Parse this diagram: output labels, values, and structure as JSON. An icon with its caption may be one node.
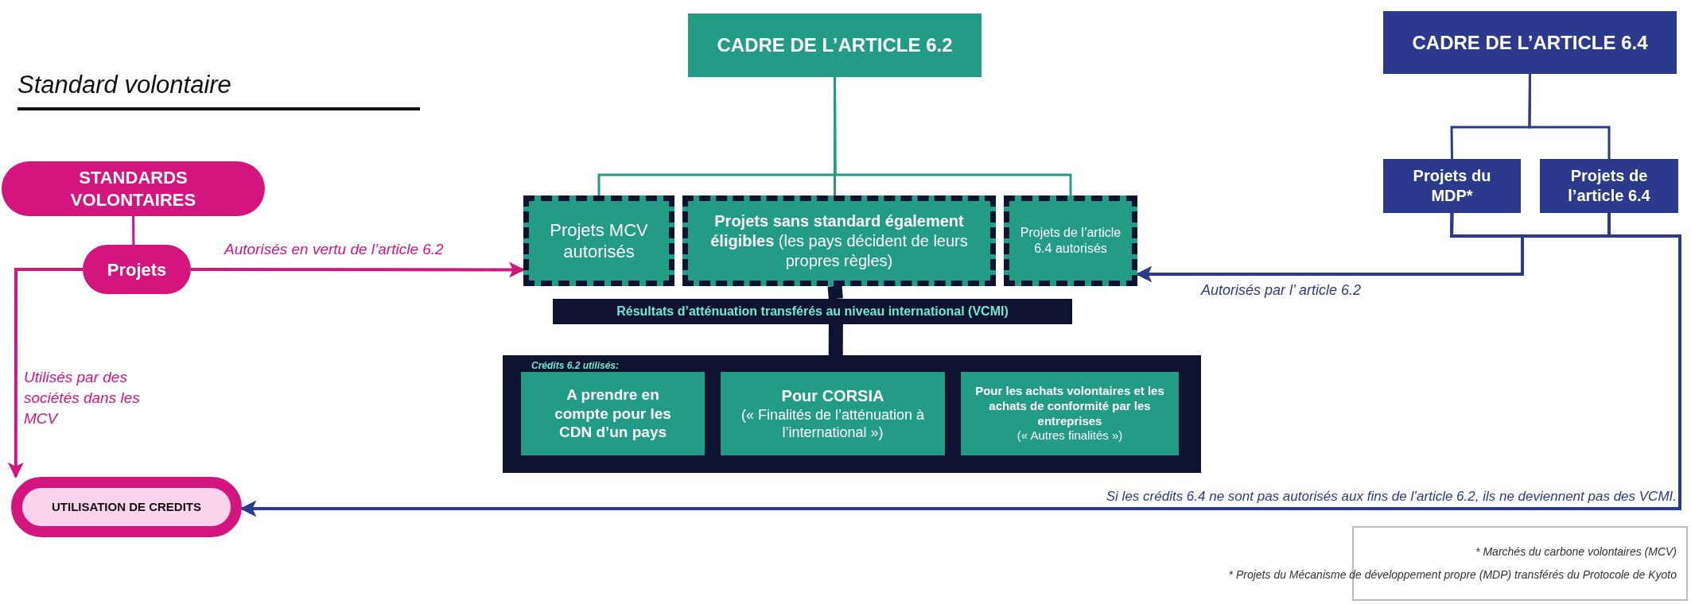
{
  "diagram": {
    "nodes": [
      {
        "text": [
          "STANDARDS VOLONTAIRES"
        ]
      },
      {
        "text": [
          "Projets"
        ]
      },
      {
        "text": [
          "UTILISATION DE CREDITS"
        ]
      },
      {
        "text": [
          "CADRE DE L’ARTICLE 6.2"
        ]
      },
      {
        "text": [
          "Projets MCV autorisés"
        ]
      },
      {
        "text": [
          "**Projets sans standard également éligibles** (les pays décident de leurs propres règles)"
        ]
      },
      {
        "text": [
          "Projets de l’article 6.4 autorisés"
        ]
      },
      {
        "text": [
          "Résultats d’atténuation transférés au niveau international (VCMI)"
        ]
      },
      {
        "text": [
          "Crédits 6.2 utilisés:"
        ]
      },
      {
        "text": [
          "A prendre en compte pour les CDN d’un pays"
        ],
        "in": 8
      },
      {
        "text": [
          "Pour CORSIA",
          "(« Finalités de l’atténuation à l’international »)"
        ],
        "in": 8
      },
      {
        "text": [
          "Pour les achats volontaires et les achats de conformité par les entreprises",
          "(« Autres finalités »)"
        ],
        "in": 8
      },
      {
        "text": [
          "CADRE DE L’ARTICLE 6.4"
        ]
      },
      {
        "text": [
          "Projets du MDP*"
        ]
      },
      {
        "text": [
          "Projets de l’article 6.4"
        ]
      }
    ],
    "edges": [
      {
        "from": 0,
        "to": 1,
        "arrow": "none",
        "color": "#d4147f"
      },
      {
        "from": 1,
        "to": 4,
        "arrow": "to",
        "label": "Autorisés en vertu de l’article 6.2",
        "color": "#d4147f"
      },
      {
        "from": 1,
        "to": 2,
        "arrow": "to",
        "label": "Utilisés par des sociétés dans les MCV",
        "color": "#d4147f"
      },
      {
        "from": 3,
        "to": 4,
        "arrow": "none",
        "color": "#239c85"
      },
      {
        "from": 3,
        "to": 5,
        "arrow": "none",
        "color": "#239c85"
      },
      {
        "from": 3,
        "to": 6,
        "arrow": "none",
        "color": "#239c85"
      },
      {
        "from": 5,
        "to": 7,
        "arrow": "none",
        "style": "thick",
        "color": "#0d1330"
      },
      {
        "from": 7,
        "to": 8,
        "arrow": "none",
        "style": "thick",
        "color": "#0d1330"
      },
      {
        "from": 12,
        "to": 13,
        "arrow": "none"
      },
      {
        "from": 12,
        "to": 14,
        "arrow": "none"
      },
      {
        "from": 13,
        "to": 6,
        "arrow": "to",
        "label": "Autorisés par l’ article 6.2"
      },
      {
        "from": 14,
        "to": 6,
        "arrow": "to"
      },
      {
        "from": 13,
        "to": 2,
        "arrow": "to",
        "label": "Si les crédits 6.4 ne sont pas autorisés aux fins de l’article 6.2, ils ne deviennent pas des VCMI."
      },
      {
        "from": 14,
        "to": 2,
        "arrow": "to"
      }
    ],
    "labels": [
      "Standard volontaire",
      "* Marchés du carbone volontaires (MCV)",
      "* Projets du Mécanisme de développement propre (MDP) transférés du Protocole de Kyoto"
    ]
  }
}
